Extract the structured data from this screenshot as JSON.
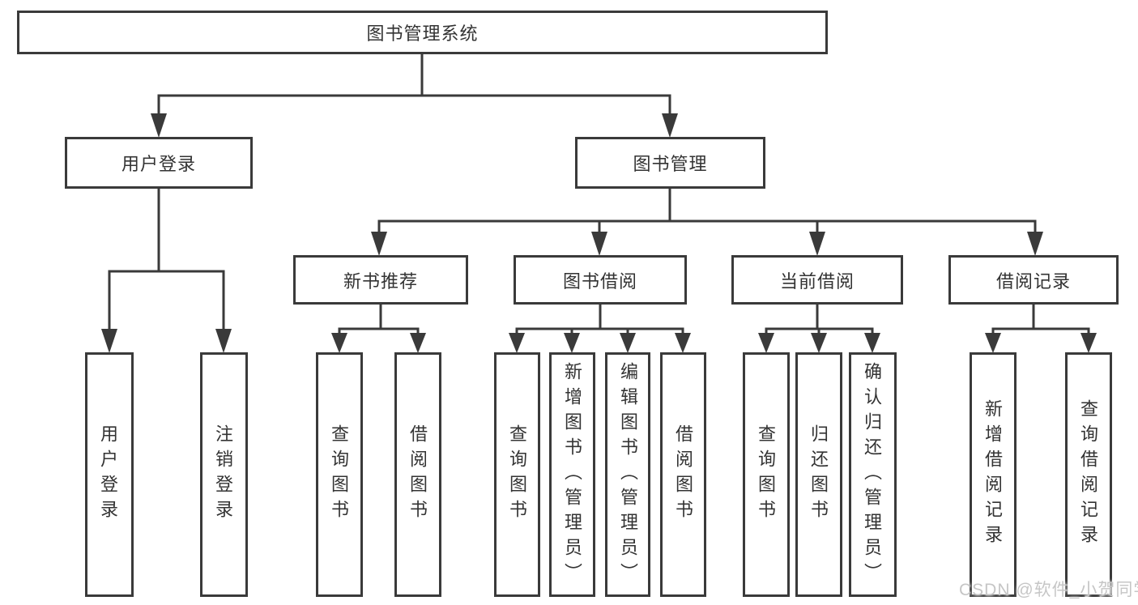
{
  "theme": {
    "line_color": "#3a3a3a",
    "text_color": "#333333",
    "background_color": "#ffffff",
    "watermark_color": "#c6c6c6"
  },
  "watermark": {
    "text": "CSDN @软件_小贺同学"
  },
  "tree": {
    "root": "图书管理系统",
    "branches": [
      {
        "label": "用户登录",
        "leaves": [
          "用户登录",
          "注销登录"
        ]
      },
      {
        "label": "图书管理",
        "groups": [
          {
            "label": "新书推荐",
            "leaves": [
              "查询图书",
              "借阅图书"
            ]
          },
          {
            "label": "图书借阅",
            "leaves": [
              "查询图书",
              "新增图书（管理员）",
              "编辑图书（管理员）",
              "借阅图书"
            ]
          },
          {
            "label": "当前借阅",
            "leaves": [
              "查询图书",
              "归还图书",
              "确认归还（管理员）"
            ]
          },
          {
            "label": "借阅记录",
            "leaves": [
              "新增借阅记录",
              "查询借阅记录"
            ]
          }
        ]
      }
    ]
  }
}
